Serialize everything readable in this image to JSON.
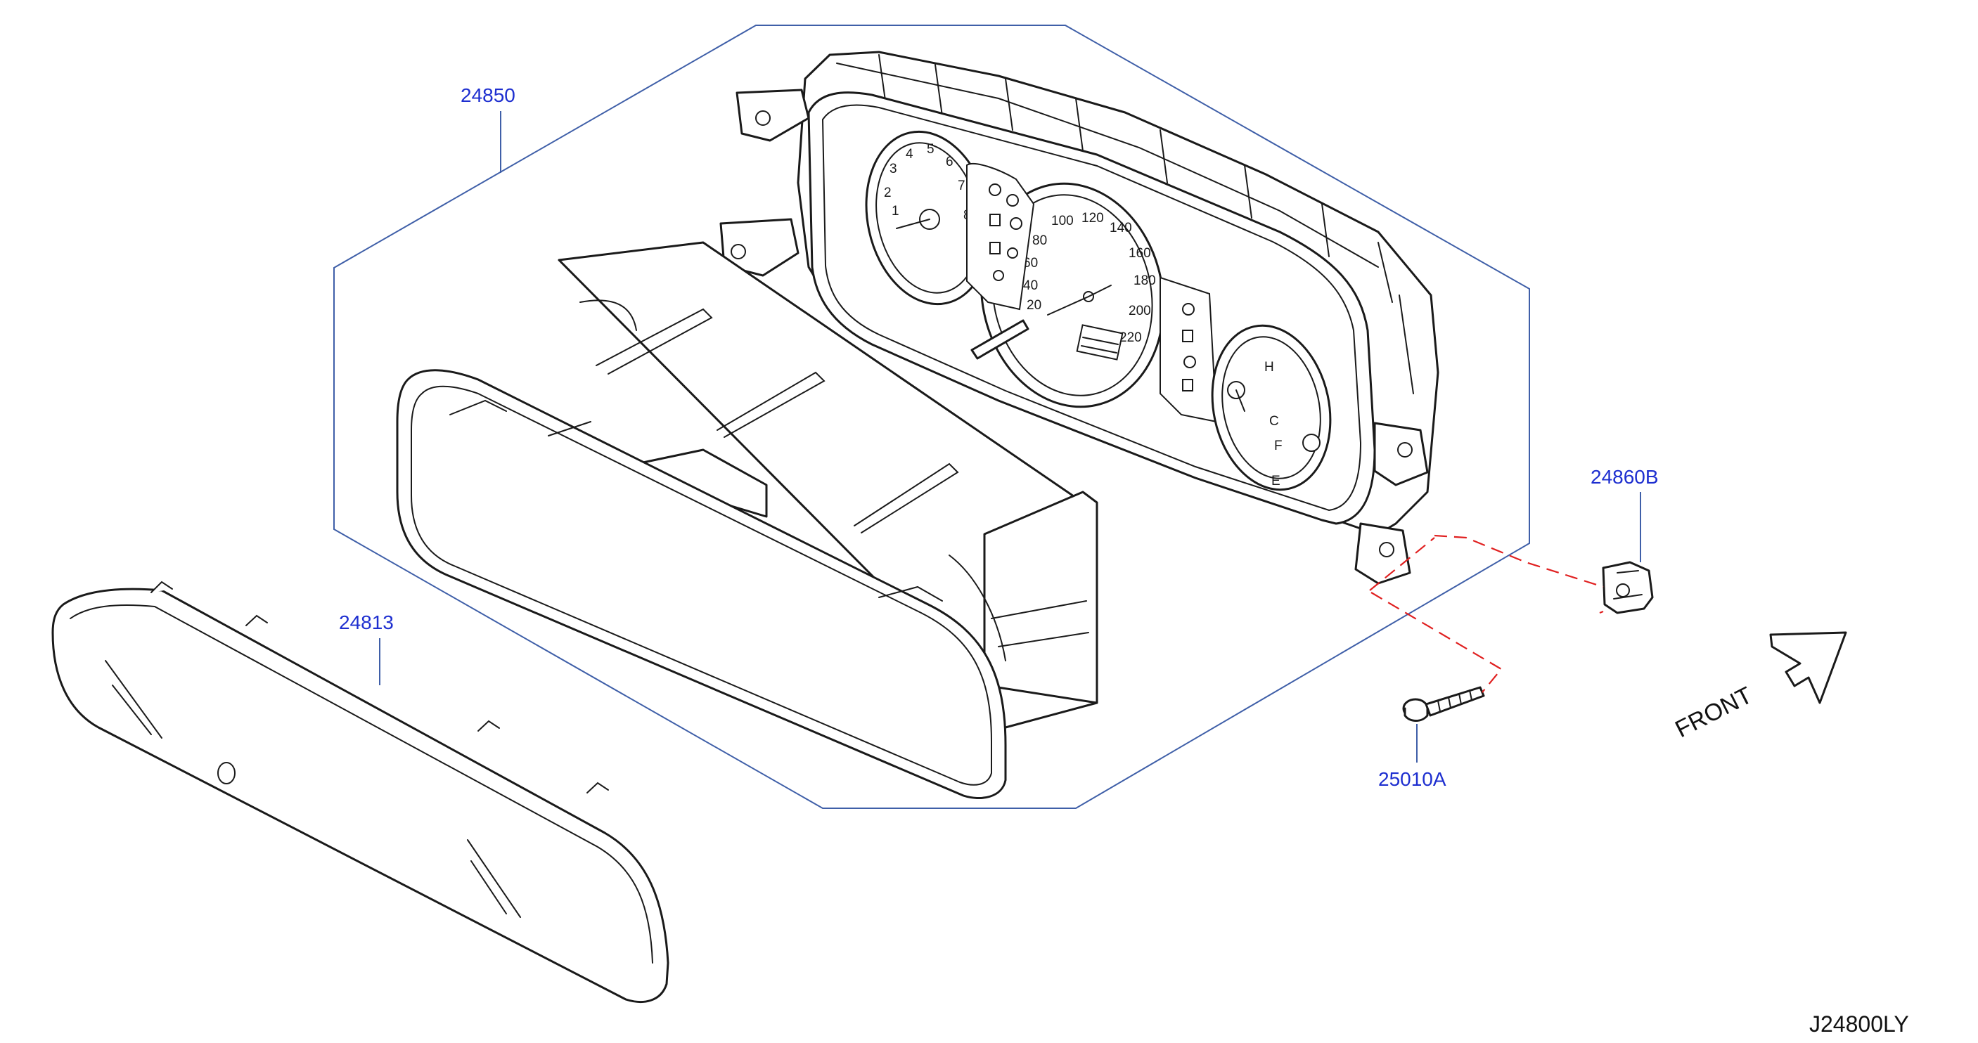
{
  "diagram": {
    "parts": [
      {
        "number": "24850"
      },
      {
        "number": "24813"
      },
      {
        "number": "24860B"
      },
      {
        "number": "25010A"
      }
    ],
    "speedometer_marks": [
      "20",
      "40",
      "60",
      "80",
      "100",
      "120",
      "140",
      "160",
      "180",
      "200",
      "220"
    ],
    "tachometer_marks": [
      "1",
      "2",
      "3",
      "4",
      "5",
      "6",
      "7",
      "8"
    ],
    "gauge_marks": [
      "H",
      "C",
      "F",
      "E"
    ],
    "direction": "FRONT",
    "drawing_code": "J24800LY",
    "colors": {
      "label": "#1e2fd0",
      "leader": "#3f5fa8",
      "dashed": "#e02020",
      "line": "#1a1a1a"
    }
  }
}
